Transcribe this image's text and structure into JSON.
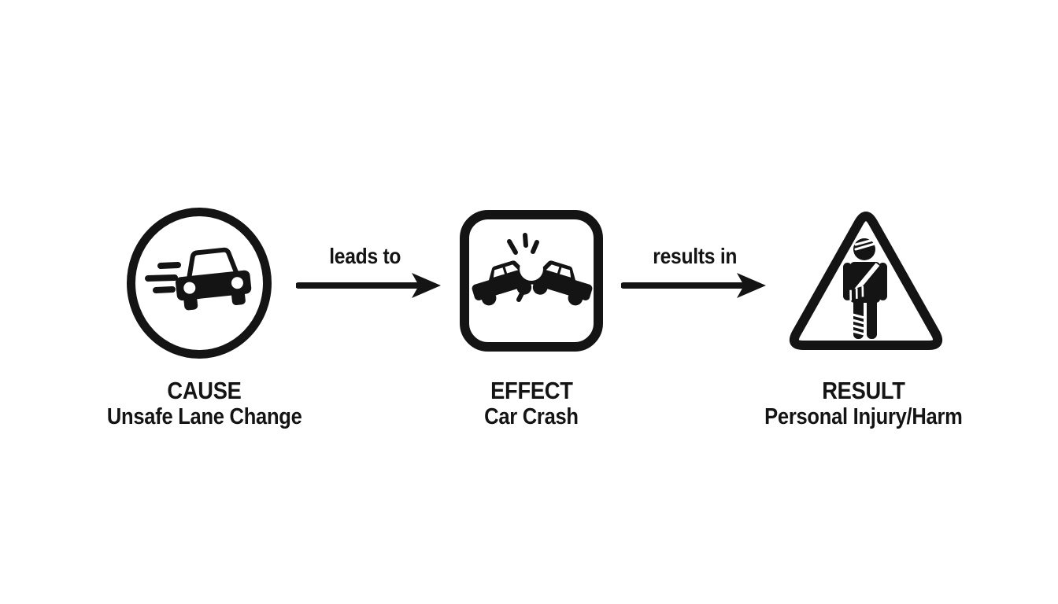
{
  "diagram": {
    "background_color": "#ffffff",
    "ink_color": "#141414",
    "nodes": [
      {
        "id": "cause",
        "shape": "circle",
        "icon": "speeding-car",
        "label": "CAUSE",
        "sublabel": "Unsafe Lane Change"
      },
      {
        "id": "effect",
        "shape": "rounded-square",
        "icon": "car-crash",
        "label": "EFFECT",
        "sublabel": "Car Crash"
      },
      {
        "id": "result",
        "shape": "warning-triangle",
        "icon": "injured-person",
        "label": "RESULT",
        "sublabel": "Personal Injury/Harm"
      }
    ],
    "connectors": [
      {
        "from": "cause",
        "to": "effect",
        "label": "leads to"
      },
      {
        "from": "effect",
        "to": "result",
        "label": "results in"
      }
    ]
  }
}
